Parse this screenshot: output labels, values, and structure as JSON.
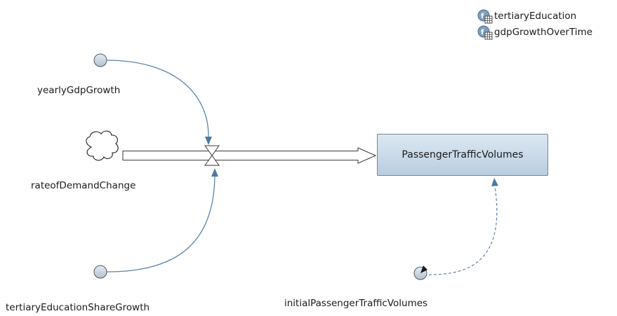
{
  "legend": [
    {
      "label": "tertiaryEducation",
      "icon": "table-function-icon"
    },
    {
      "label": "gdpGrowthOverTime",
      "icon": "table-function-icon"
    }
  ],
  "variables": {
    "yearly_gdp_growth": "yearlyGdpGrowth",
    "tertiary_education_share_growth": "tertiaryEducationShareGrowth",
    "initial_passenger_traffic_volumes": "initialPassengerTrafficVolumes"
  },
  "flow": {
    "label": "rateofDemandChange",
    "source_icon": "cloud-icon",
    "valve_icon": "valve-icon"
  },
  "stock": {
    "label": "PassengerTrafficVolumes"
  },
  "colors": {
    "link": "#5b84a8",
    "parameter_fill": "#c9d4dd",
    "stock_fill": "#c8d9ea",
    "stock_border": "#6f8596"
  }
}
